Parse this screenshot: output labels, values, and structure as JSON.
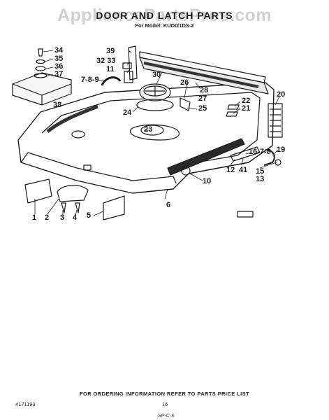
{
  "watermark": "AppliancePartsPros.com",
  "title": "DOOR AND LATCH PARTS",
  "model": "For Model: KUDI21DS-2",
  "callouts": [
    "34",
    "35",
    "36",
    "37",
    "38",
    "39",
    "32 33",
    "11",
    "7-8-9",
    "30",
    "26",
    "28",
    "27",
    "20",
    "22",
    "21",
    "24",
    "25",
    "23",
    "16-7-8",
    "19",
    "12",
    "41",
    "15",
    "13",
    "10",
    "6",
    "1",
    "2",
    "3",
    "4",
    "5"
  ],
  "footer": "FOR ORDERING INFORMATION REFER TO PARTS PRICE LIST",
  "doc_number": "4171193",
  "page_number": "16",
  "page_code": "SP-C-S"
}
